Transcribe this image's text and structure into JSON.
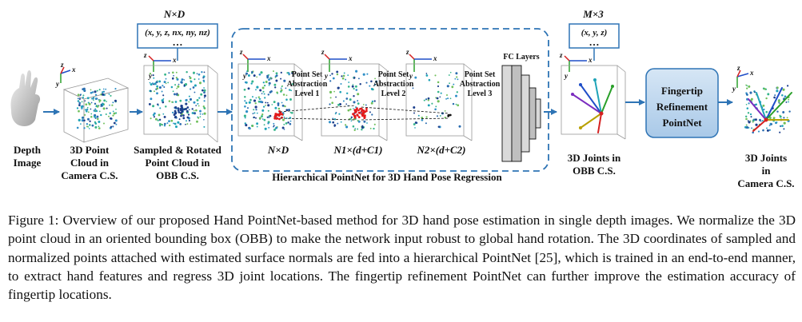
{
  "figure": {
    "labels": {
      "depth_image": [
        "Depth",
        "Image"
      ],
      "point_cloud_camera": [
        "3D Point",
        "Cloud in",
        "Camera C.S."
      ],
      "sampled_rotated": [
        "Sampled & Rotated",
        "Point Cloud in",
        "OBB C.S."
      ],
      "input_dims": "N×D",
      "input_feature_vector": "(x, y, z, nx, ny, nz)",
      "ellipsis_1": "…",
      "psa_level_1": [
        "Point Set",
        "Abstraction",
        "Level 1"
      ],
      "psa_level_2": [
        "Point Set",
        "Abstraction",
        "Level 2"
      ],
      "psa_level_3": [
        "Point Set",
        "Abstraction",
        "Level 3"
      ],
      "fc_layers": "FC Layers",
      "level_dim_0": "N×D",
      "level_dim_1": "N1×(d+C1)",
      "level_dim_2": "N2×(d+C2)",
      "hierarchical_title": "Hierarchical PointNet for 3D Hand Pose Regression",
      "output_dims": "M×3",
      "output_vector": "(x, y, z)",
      "ellipsis_2": "…",
      "joints_obb": [
        "3D Joints in",
        "OBB C.S."
      ],
      "fingertip_refinement": [
        "Fingertip",
        "Refinement",
        "PointNet"
      ],
      "joints_camera": [
        "3D Joints",
        "in",
        "Camera C.S."
      ],
      "axis_x": "x",
      "axis_y": "y",
      "axis_z": "z"
    },
    "colors": {
      "arrow": "#2e74b5",
      "dashed_frame": "#2e74b5",
      "refine_box_fill": "#bdd7ee",
      "refine_box_stroke": "#2e74b5",
      "axis_x": "#1f4ec8",
      "axis_y": "#2aa02a",
      "axis_z": "#d42020",
      "cloud_teal": "#1fa3b7",
      "cloud_dark": "#1c3f8c",
      "highlight_red": "#e41a1c"
    }
  },
  "caption": "Figure 1: Overview of our proposed Hand PointNet-based method for 3D hand pose estimation in single depth images. We normalize the 3D point cloud in an oriented bounding box (OBB) to make the network input robust to global hand rotation. The 3D coordinates of sampled and normalized points attached with estimated surface normals are fed into a hierarchical PointNet [25], which is trained in an end-to-end manner, to extract hand features and regress 3D joint locations. The fingertip refinement PointNet can further improve the estimation accuracy of fingertip locations."
}
